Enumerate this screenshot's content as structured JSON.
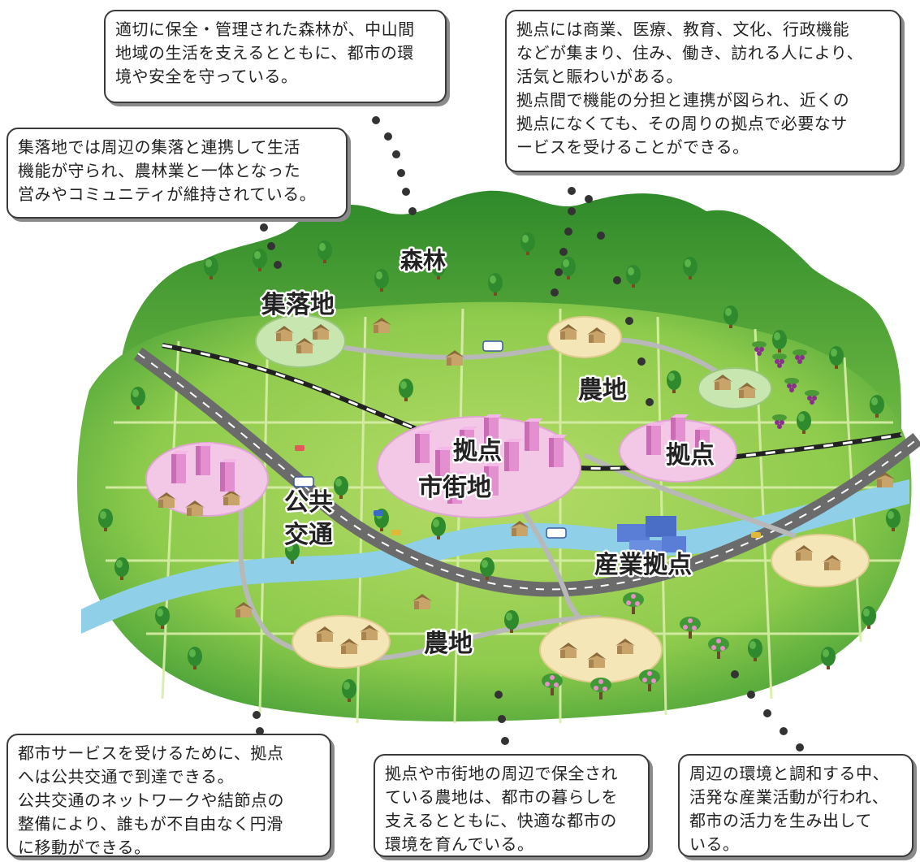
{
  "map_labels": {
    "forest": "森林",
    "village": "集落地",
    "farmland_top": "農地",
    "hub_center": "拠点",
    "urban_area": "市街地",
    "hub_right": "拠点",
    "transit_line1": "公共",
    "transit_line2": "交通",
    "industrial_hub": "産業拠点",
    "farmland_bottom": "農地"
  },
  "callouts": {
    "forest": [
      "適切に保全・管理された森林が、中山間",
      "地域の生活を支えるとともに、都市の環",
      "境や安全を守っている。"
    ],
    "hubs": [
      "拠点には商業、医療、教育、文化、行政機能",
      "などが集まり、住み、働き、訪れる人により、",
      "活気と賑わいがある。",
      "拠点間で機能の分担と連携が図られ、近くの",
      "拠点になくても、その周りの拠点で必要なサ",
      "ービスを受けることができる。"
    ],
    "village": [
      "集落地では周辺の集落と連携して生活",
      "機能が守られ、農林業と一体となった",
      "営みやコミュニティが維持されている。"
    ],
    "transit": [
      "都市サービスを受けるために、拠点",
      "へは公共交通で到達できる。",
      "公共交通のネットワークや結節点の",
      "整備により、誰もが不自由なく円滑",
      "に移動ができる。"
    ],
    "farmland": [
      "拠点や市街地の周辺で保全され",
      "ている農地は、都市の暮らしを",
      "支えるとともに、快適な都市の",
      "環境を育んでいる。"
    ],
    "industry": [
      "周辺の環境と調和する中、",
      "活発な産業活動が行われ、",
      "都市の活力を生み出して",
      "いる。"
    ]
  },
  "colors": {
    "forest_green": "#3f9e2f",
    "field_green": "#b9dc6e",
    "river": "#8fd0e8",
    "road": "#6b6b6b",
    "urban_pink": "#e48fd0",
    "house_tan": "#c9a46a",
    "industrial_blue": "#5a7ed6"
  },
  "icons": [
    "tree-icon",
    "house-icon",
    "pink-building-icon",
    "bus-icon",
    "car-icon",
    "factory-icon",
    "grape-icon",
    "peach-tree-icon",
    "railway-icon"
  ]
}
